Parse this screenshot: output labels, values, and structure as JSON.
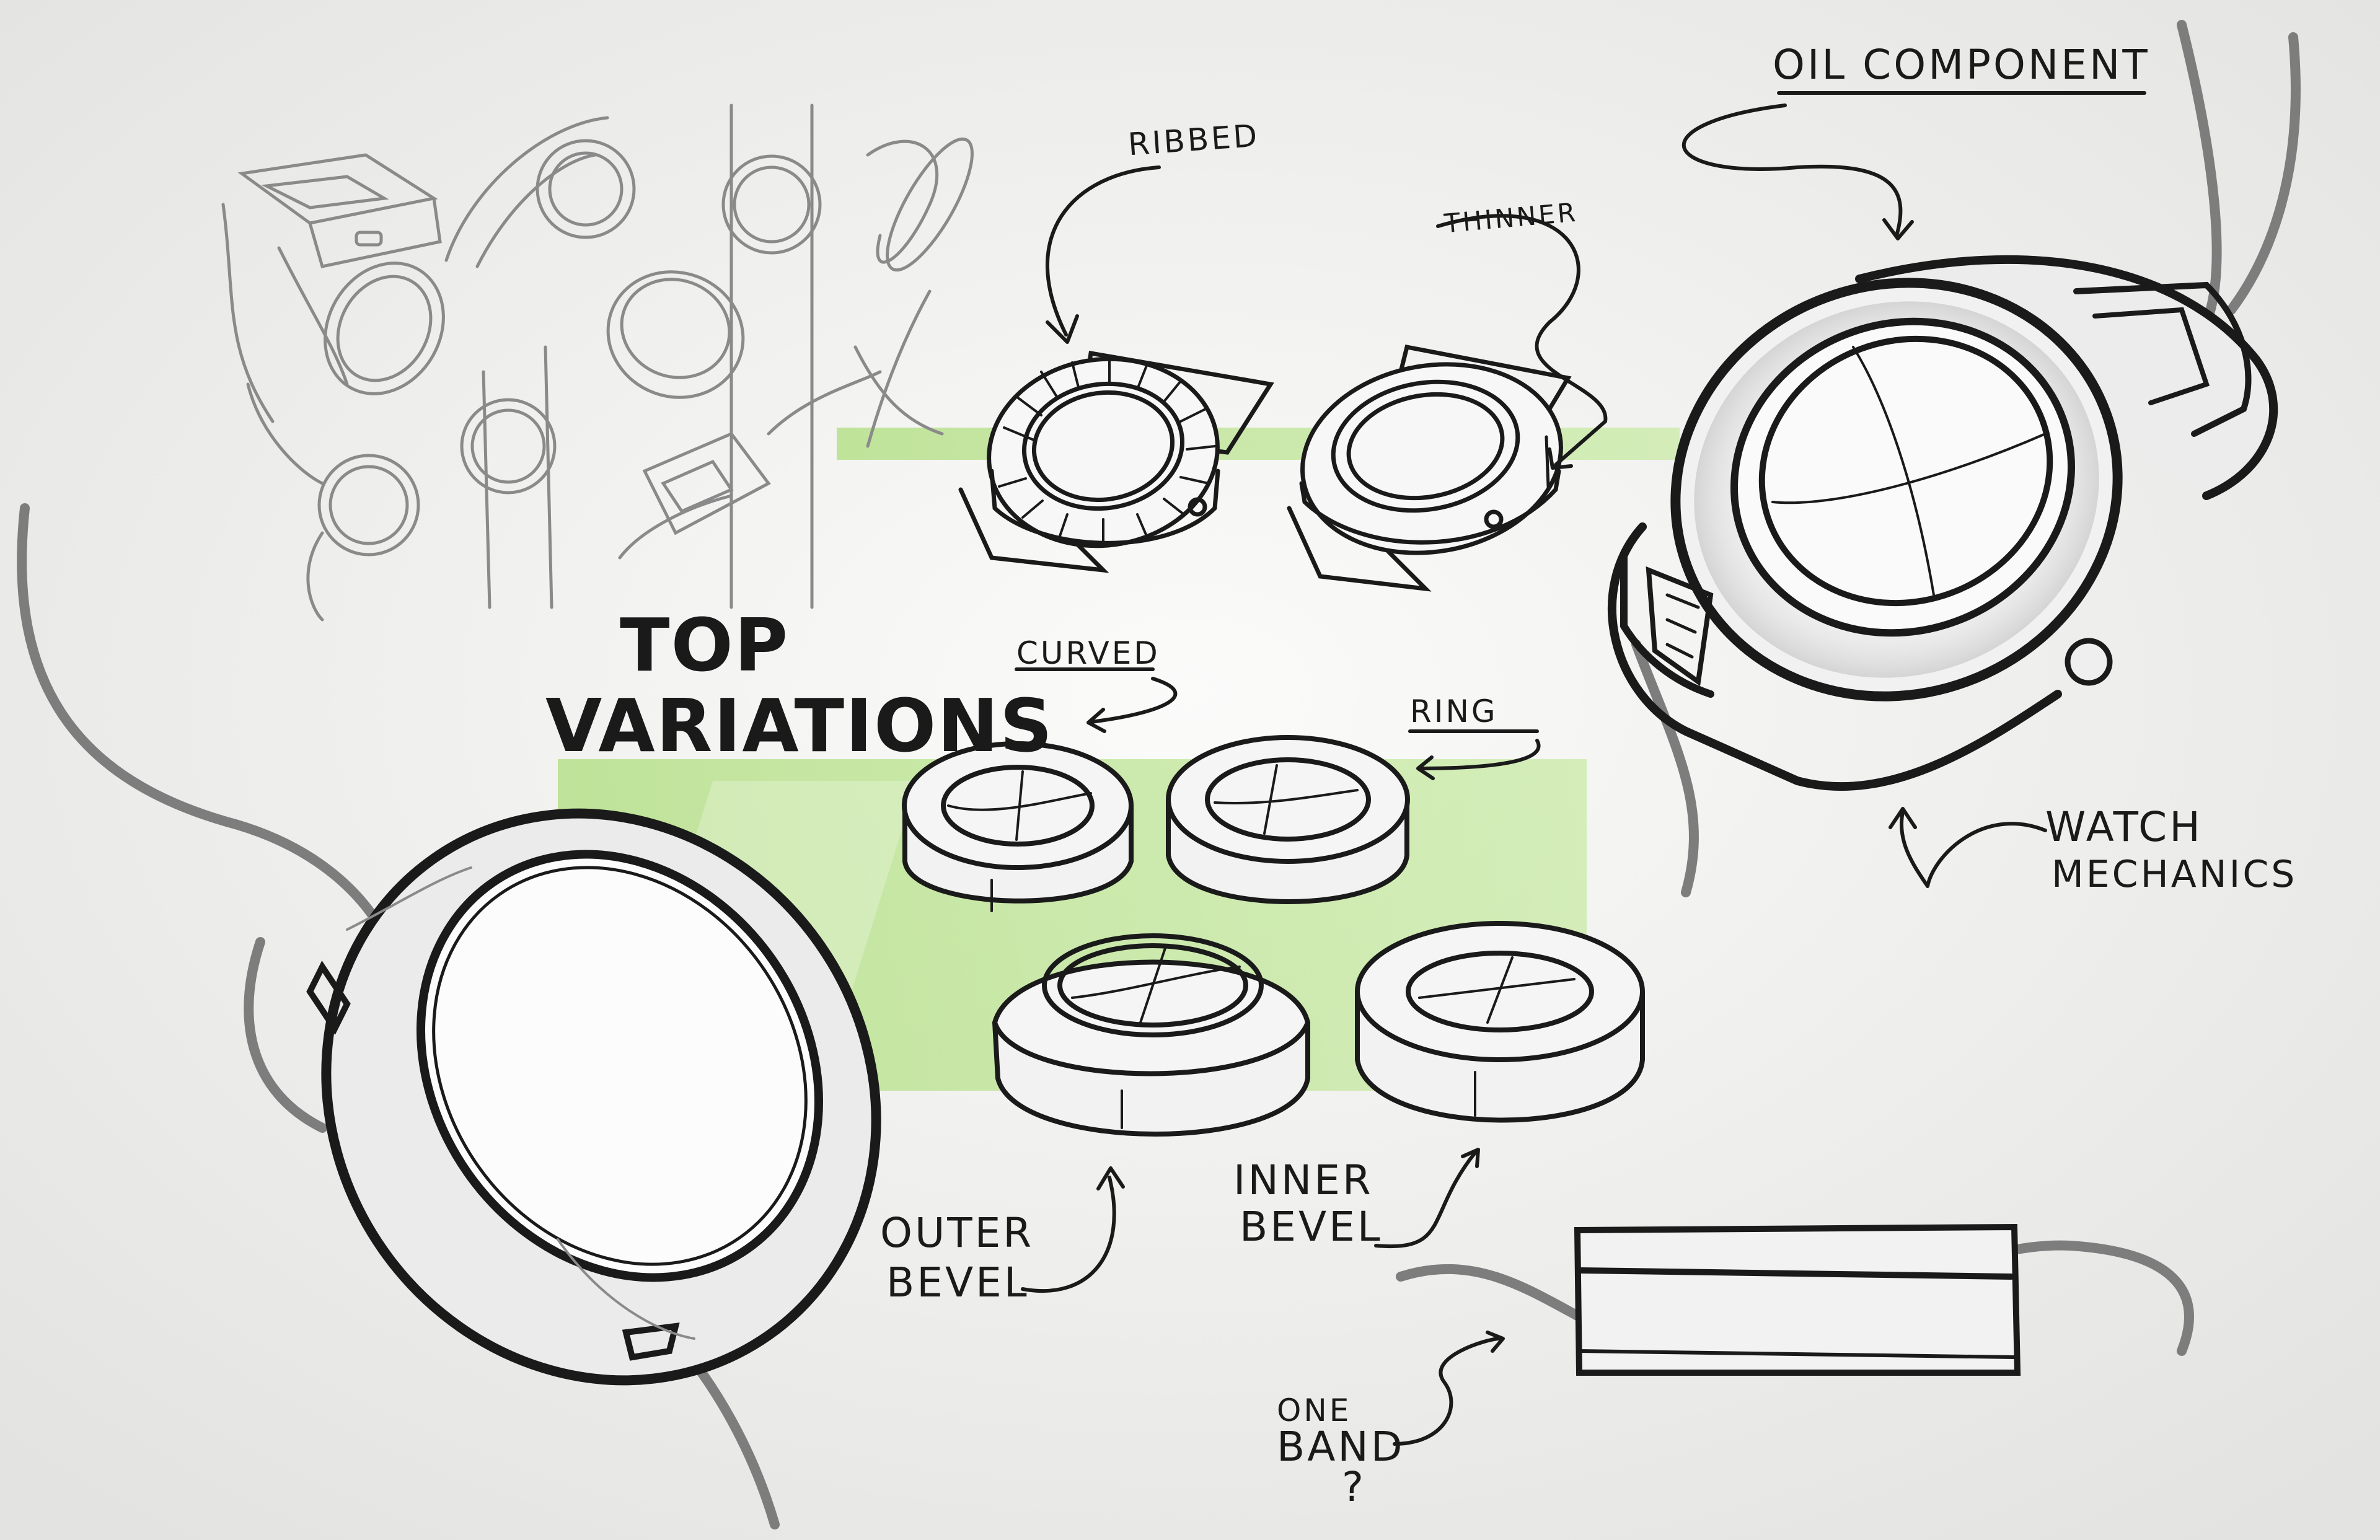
{
  "labels": {
    "ribbed": "Ribbed",
    "thinner": "Thinner",
    "oil_component": "Oil Component",
    "top_line1": "Top",
    "top_line2": "Variations",
    "curved": "Curved",
    "ring": "Ring",
    "watch_line1": "Watch",
    "watch_line2": "Mechanics",
    "outer_line1": "Outer",
    "outer_line2": "Bevel",
    "inner_line1": "Inner",
    "inner_line2": "Bevel",
    "one_line1": "One",
    "one_line2": "Band",
    "question": "?"
  },
  "colors": {
    "paper": "#f4f4f3",
    "ink": "#1a1a1a",
    "pencil": "#8a8a8a",
    "highlight": "#b6e08a"
  }
}
